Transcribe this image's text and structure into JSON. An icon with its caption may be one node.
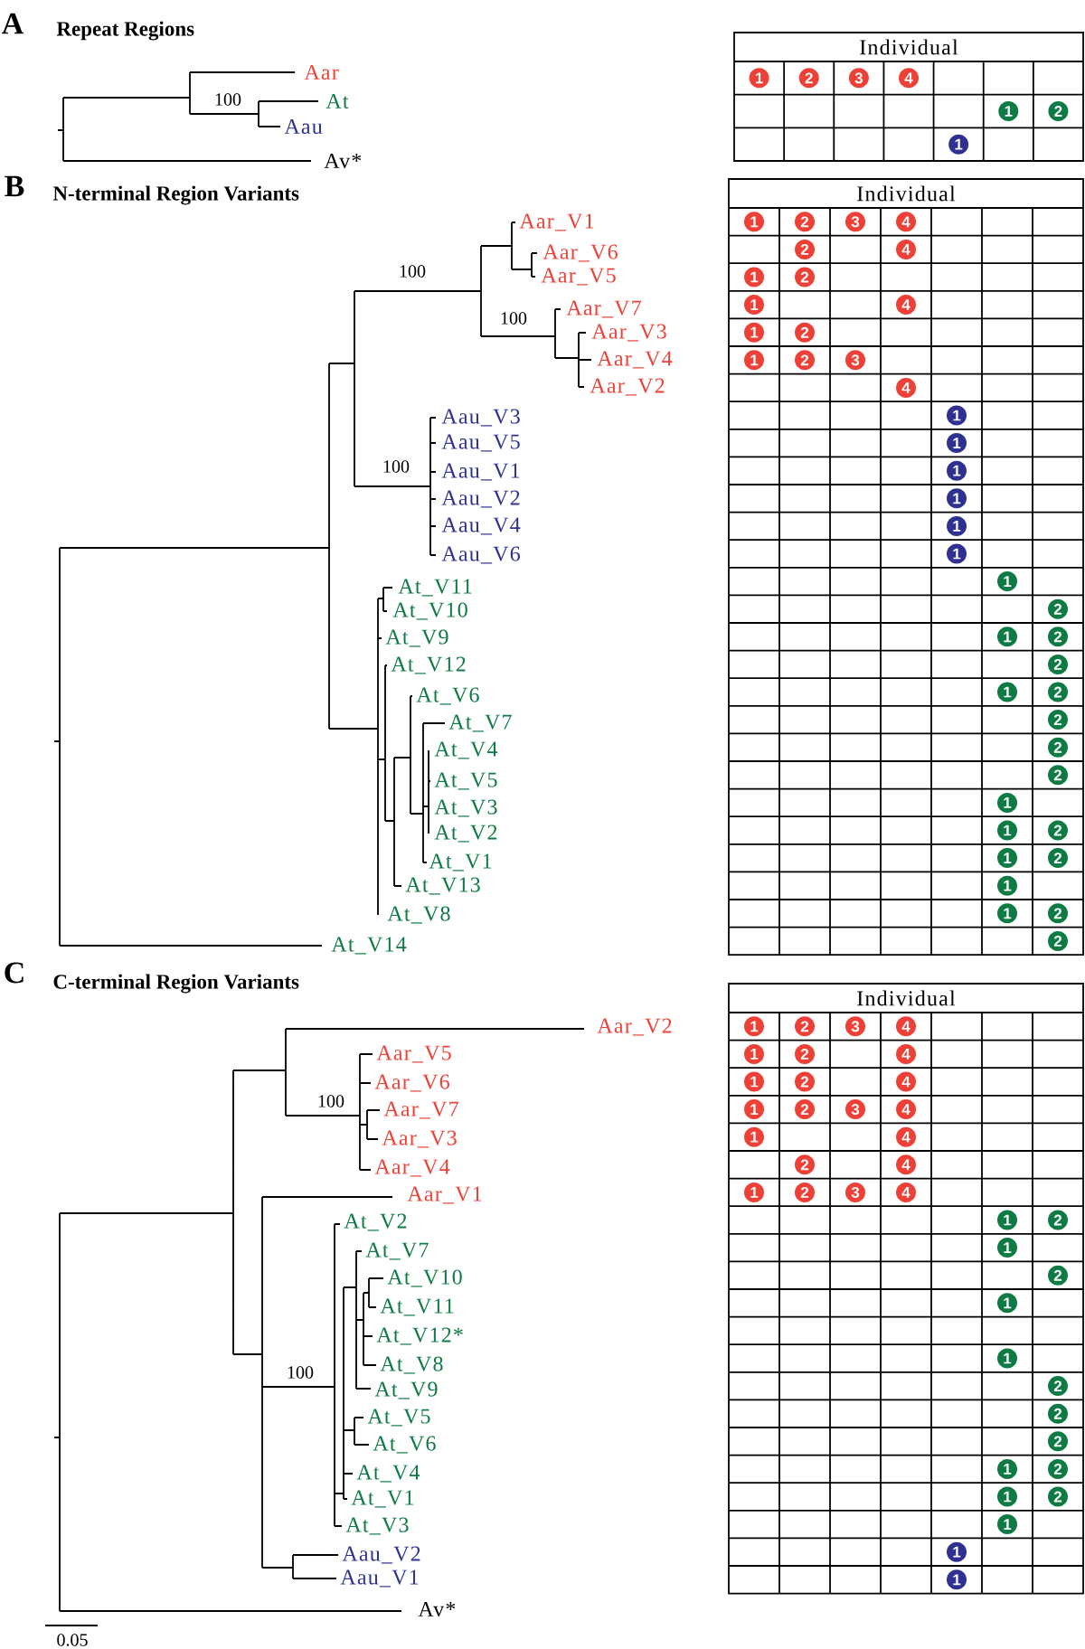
{
  "diagram": {
    "labels": [
      "A",
      "Repeat Regions",
      "Aar",
      "100",
      "At",
      "Aau",
      "Av*",
      "Individual",
      "1",
      "2",
      "3",
      "4",
      "1",
      "2",
      "1",
      "B",
      "N-terminal Region Variants",
      "Aar_V1",
      "Aar_V6",
      "100",
      "Aar_V5",
      "Aar_V7",
      "100",
      "Aar_V3",
      "Aar_V4",
      "Aar_V2",
      "Aau_V3",
      "Aau_V5",
      "100",
      "Aau_V1",
      "Aau_V2",
      "Aau_V4",
      "Aau_V6",
      "At_V11",
      "At_V10",
      "At_V9",
      "At_V12",
      "At_V6",
      "At_V7",
      "At_V4",
      "At_V5",
      "At_V3",
      "At_V2",
      "At_V1",
      "At_V13",
      "At_V8",
      "At_V14",
      "Individual",
      "1",
      "2",
      "3",
      "4",
      "2",
      "4",
      "1",
      "2",
      "1",
      "4",
      "1",
      "2",
      "1",
      "2",
      "3",
      "4",
      "1",
      "1",
      "1",
      "1",
      "1",
      "1",
      "1",
      "2",
      "1",
      "2",
      "2",
      "1",
      "2",
      "2",
      "2",
      "2",
      "1",
      "1",
      "2",
      "1",
      "2",
      "1",
      "1",
      "2",
      "2",
      "C",
      "C-terminal Region Variants",
      "Aar_V2",
      "Aar_V5",
      "Aar_V6",
      "100",
      "Aar_V7",
      "Aar_V3",
      "Aar_V4",
      "Aar_V1",
      "At_V2",
      "At_V7",
      "At_V10",
      "At_V11",
      "At_V12*",
      "At_V8",
      "100",
      "At_V9",
      "At_V5",
      "At_V6",
      "At_V4",
      "At_V1",
      "At_V3",
      "Aau_V2",
      "Aau_V1",
      "Av*",
      "0.05",
      "Individual",
      "1",
      "2",
      "3",
      "4",
      "1",
      "2",
      "4",
      "1",
      "2",
      "4",
      "1",
      "2",
      "3",
      "4",
      "1",
      "4",
      "2",
      "4",
      "1",
      "2",
      "3",
      "4",
      "1",
      "2",
      "1",
      "2",
      "1",
      "1",
      "2",
      "2",
      "2",
      "1",
      "2",
      "1",
      "2",
      "1",
      "1",
      "1"
    ]
  }
}
